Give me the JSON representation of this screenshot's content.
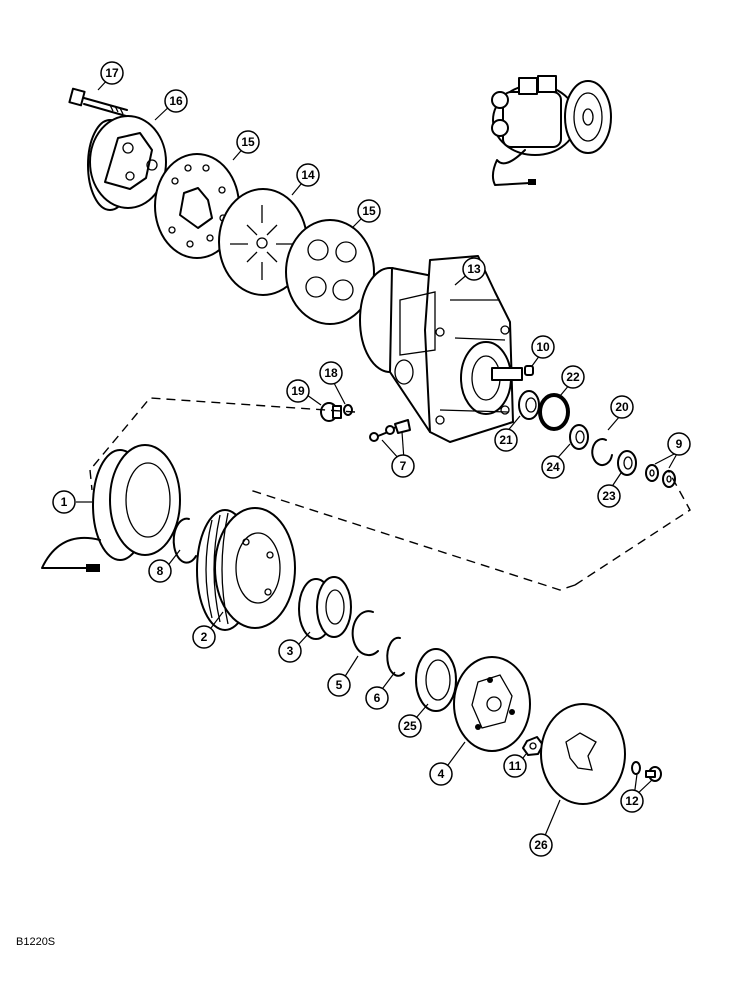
{
  "figure_code": "B1220S",
  "callouts": {
    "c17": "17",
    "c16": "16",
    "c15a": "15",
    "c14": "14",
    "c15b": "15",
    "c13": "13",
    "c10": "10",
    "c22": "22",
    "c19": "19",
    "c18": "18",
    "c20": "20",
    "c21": "21",
    "c24": "24",
    "c7": "7",
    "c9": "9",
    "c23": "23",
    "c1": "1",
    "c8": "8",
    "c2": "2",
    "c3": "3",
    "c5": "5",
    "c6": "6",
    "c25": "25",
    "c4": "4",
    "c11": "11",
    "c12": "12",
    "c26": "26"
  }
}
